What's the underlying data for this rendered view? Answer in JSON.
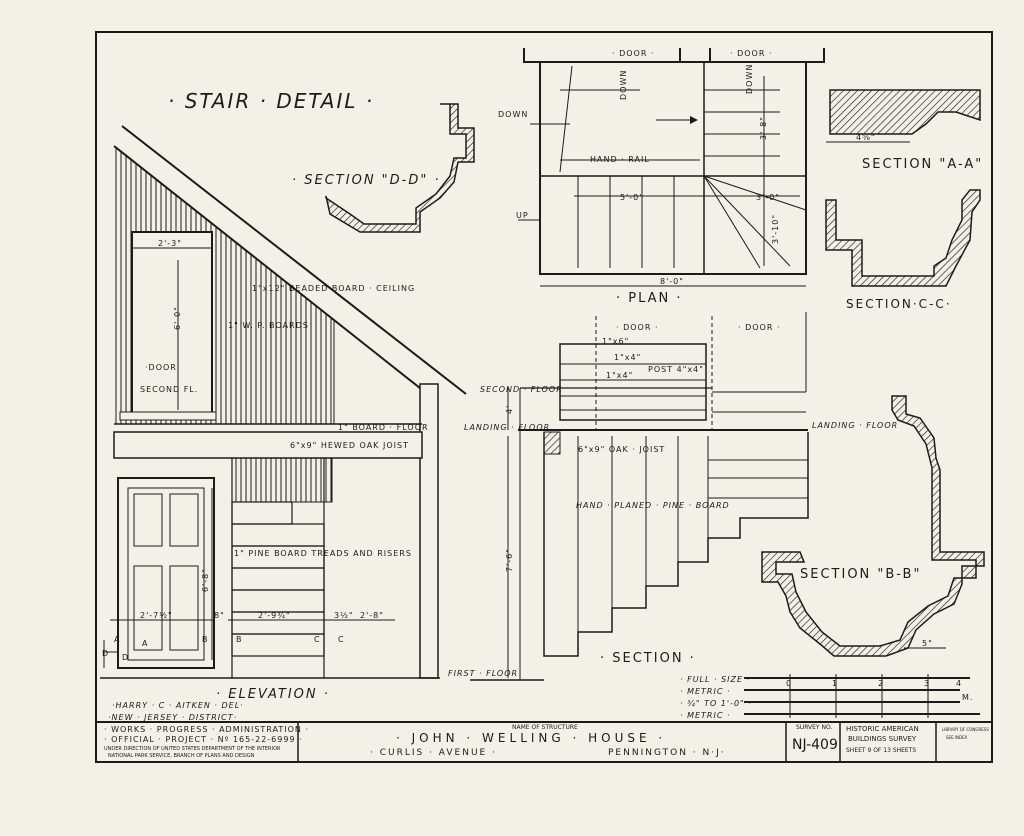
{
  "drawing": {
    "title": "· STAIR · DETAIL ·",
    "views": {
      "elevation": "· ELEVATION ·",
      "plan": "· PLAN ·",
      "section": "· SECTION ·",
      "section_dd": "· SECTION \"D-D\" ·",
      "section_aa": "SECTION \"A-A\"",
      "section_cc": "SECTION·C-C·",
      "section_bb": "SECTION \"B-B\""
    },
    "notes": {
      "beaded_ceiling": "1\"x12\" BEADED BOARD · CEILING",
      "wp_boards": "1\" W. P. BOARDS",
      "board_floor": "1\" BOARD · FLOOR",
      "hewed_joist": "6\"x9\" HEWED OAK JOIST",
      "pine_treads": "1\" PINE BOARD TREADS AND RISERS",
      "door_elev": "·DOOR·",
      "second_fl_elev": "SECOND FL.",
      "hand_rail": "HAND · RAIL",
      "down_1": "DOWN",
      "down_2": "DOWN",
      "down_3": "DOWN",
      "up": "UP",
      "door_plan_1": "· DOOR ·",
      "door_plan_2": "· DOOR ·",
      "door_sec_1": "· DOOR ·",
      "door_sec_2": "· DOOR ·",
      "second_floor": "SECOND · FLOOR",
      "landing_floor_left": "LANDING · FLOOR",
      "landing_floor_right": "LANDING · FLOOR",
      "first_floor": "FIRST · FLOOR",
      "oak_joist": "6\"x9\" OAK · JOIST",
      "hand_planed": "HAND · PLANED · PINE · BOARD",
      "post": "POST 4\"x4\"",
      "rail_1": "1\"x6\"",
      "rail_2": "1\"x4\"",
      "rail_3": "1\"x4\""
    },
    "dimensions": {
      "plan_total": "8'-0\"",
      "plan_left": "5'-0\"",
      "plan_right": "3'-0\"",
      "plan_depth": "3'-10\"",
      "plan_top": "3'-8\"",
      "sec_upper": "4'",
      "sec_lower": "7'-6\"",
      "door_width": "2'-3\"",
      "door_height": "6'-0\"",
      "door_low_width": "2'-7½\"",
      "door_low_height": "6'-8\"",
      "stair_width": "2'-9¾\"",
      "e_dim_1": "3½\"",
      "e_dim_2": "2'-8\"",
      "e_dim_3": "8\"",
      "aa_dim": "4⅝\"",
      "bb_dim": "5\""
    },
    "section_marks": [
      "A",
      "A",
      "B",
      "B",
      "C",
      "C",
      "D",
      "D"
    ],
    "scale": {
      "full_size": "· FULL · SIZE ·",
      "metric_1": "· METRIC ·",
      "quarter": "· ¾\" TO 1'-0\" ·",
      "metric_2": "· METRIC ·",
      "numbers": [
        "0",
        "1",
        "2",
        "3",
        "4"
      ],
      "m_label": "M."
    },
    "credits": {
      "del": "·HARRY · C · AITKEN · DEL·",
      "district": "·NEW · JERSEY · DISTRICT·"
    }
  },
  "title_block": {
    "wpa_line1": "· WORKS · PROGRESS · ADMINISTRATION ·",
    "wpa_line2": "· OFFICIAL · PROJECT · Nº 165-22-6999 ·",
    "wpa_line3": "UNDER DIRECTION OF UNITED STATES DEPARTMENT OF THE INTERIOR",
    "wpa_line4": "NATIONAL PARK SERVICE, BRANCH OF PLANS AND DESIGN",
    "name_label": "NAME OF STRUCTURE",
    "structure": "· JOHN · WELLING · HOUSE ·",
    "street": "· CURLIS · AVENUE ·",
    "town": "PENNINGTON · N·J·",
    "survey_label": "SURVEY NO.",
    "survey_no": "NJ-409",
    "habs_1": "HISTORIC AMERICAN",
    "habs_2": "BUILDINGS SURVEY",
    "sheet": "SHEET 9 OF 13 SHEETS",
    "loc_1": "LIBRARY OF CONGRESS",
    "loc_2": "SEE INDEX"
  }
}
